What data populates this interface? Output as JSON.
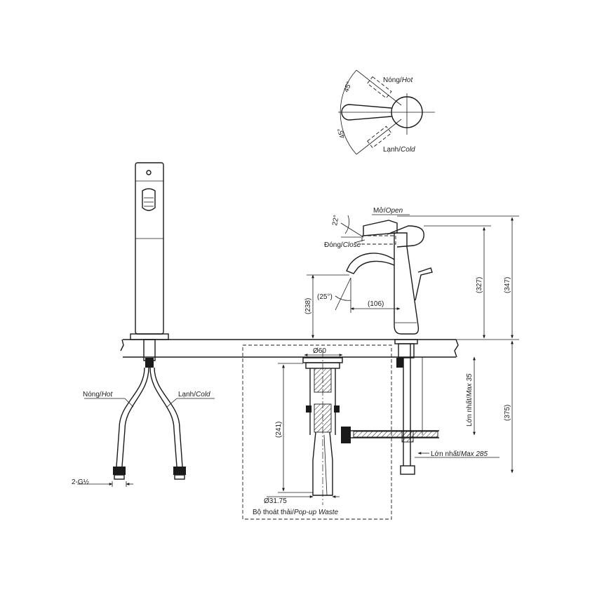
{
  "handle_top_view": {
    "hot": {
      "vn": "Nóng/",
      "en": "Hot"
    },
    "cold": {
      "vn": "Lạnh/",
      "en": "Cold"
    },
    "angle_upper": "45°",
    "angle_lower": "45°"
  },
  "side_view": {
    "open": {
      "vn": "Mở/",
      "en": "Open"
    },
    "close": {
      "vn": "Đóng/",
      "en": "Close"
    },
    "lever_angle": "22°",
    "spout_angle": "(25°)",
    "spout_reach": "(106)",
    "spout_height": "(238)",
    "height_327": "(327)",
    "height_347": "(347)",
    "below_375": "(375)",
    "max_deck": {
      "vn": "Lớn nhất/",
      "en": "Max 35"
    },
    "max_285": {
      "vn": "Lớn nhất/",
      "en": "Max 285"
    }
  },
  "hoses": {
    "hot": {
      "vn": "Nóng/",
      "en": "Hot"
    },
    "cold": {
      "vn": "Lạnh/",
      "en": "Cold"
    },
    "thread": "2-G½"
  },
  "waste": {
    "dia_top": "Ø60",
    "dia_bottom": "Ø31.75",
    "height": "(241)",
    "caption": {
      "vn": "Bộ thoát thải/",
      "en": "Pop-up Waste"
    }
  }
}
